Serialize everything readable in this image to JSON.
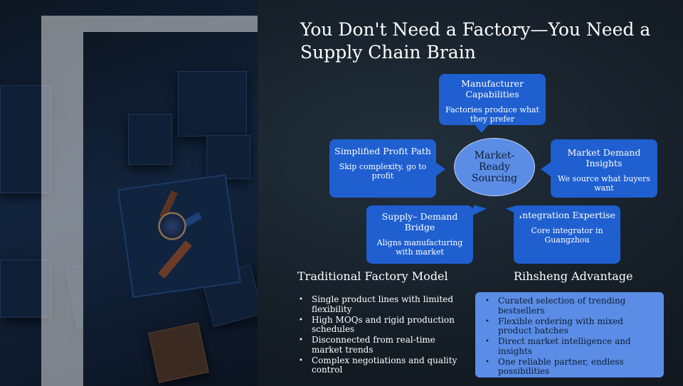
{
  "title": "You Don't Need a Factory—You Need a Supply Chain Brain",
  "center": "Market-Ready Sourcing",
  "callouts": [
    {
      "heading": "Manufacturer Capabilities",
      "body": "Factories produce what they prefer"
    },
    {
      "heading": "Simplified Profit Path",
      "body": "Skip complexity, go to profit"
    },
    {
      "heading": "Market Demand Insights",
      "body": "We source what buyers want"
    },
    {
      "heading": "Supply– Demand Bridge",
      "body": "Aligns manufacturing with market"
    },
    {
      "heading": "Integration Expertise",
      "body": "Core integrator in Guangzhou"
    }
  ],
  "traditional": {
    "title": "Traditional Factory Model",
    "items": [
      "Single product lines with limited flexibility",
      "High MOQs and rigid production schedules",
      "Disconnected from real-time market trends",
      "Complex negotiations and quality control"
    ]
  },
  "advantage": {
    "title": "Rihsheng Advantage",
    "items": [
      "Curated selection of trending bestsellers",
      "Flexible ordering with mixed product batches",
      "Direct market intelligence and insights",
      "One reliable partner, endless possibilities"
    ]
  },
  "colors": {
    "callout": "#1f5fd0",
    "oval": "#5b8de6",
    "background": "#151d25"
  }
}
